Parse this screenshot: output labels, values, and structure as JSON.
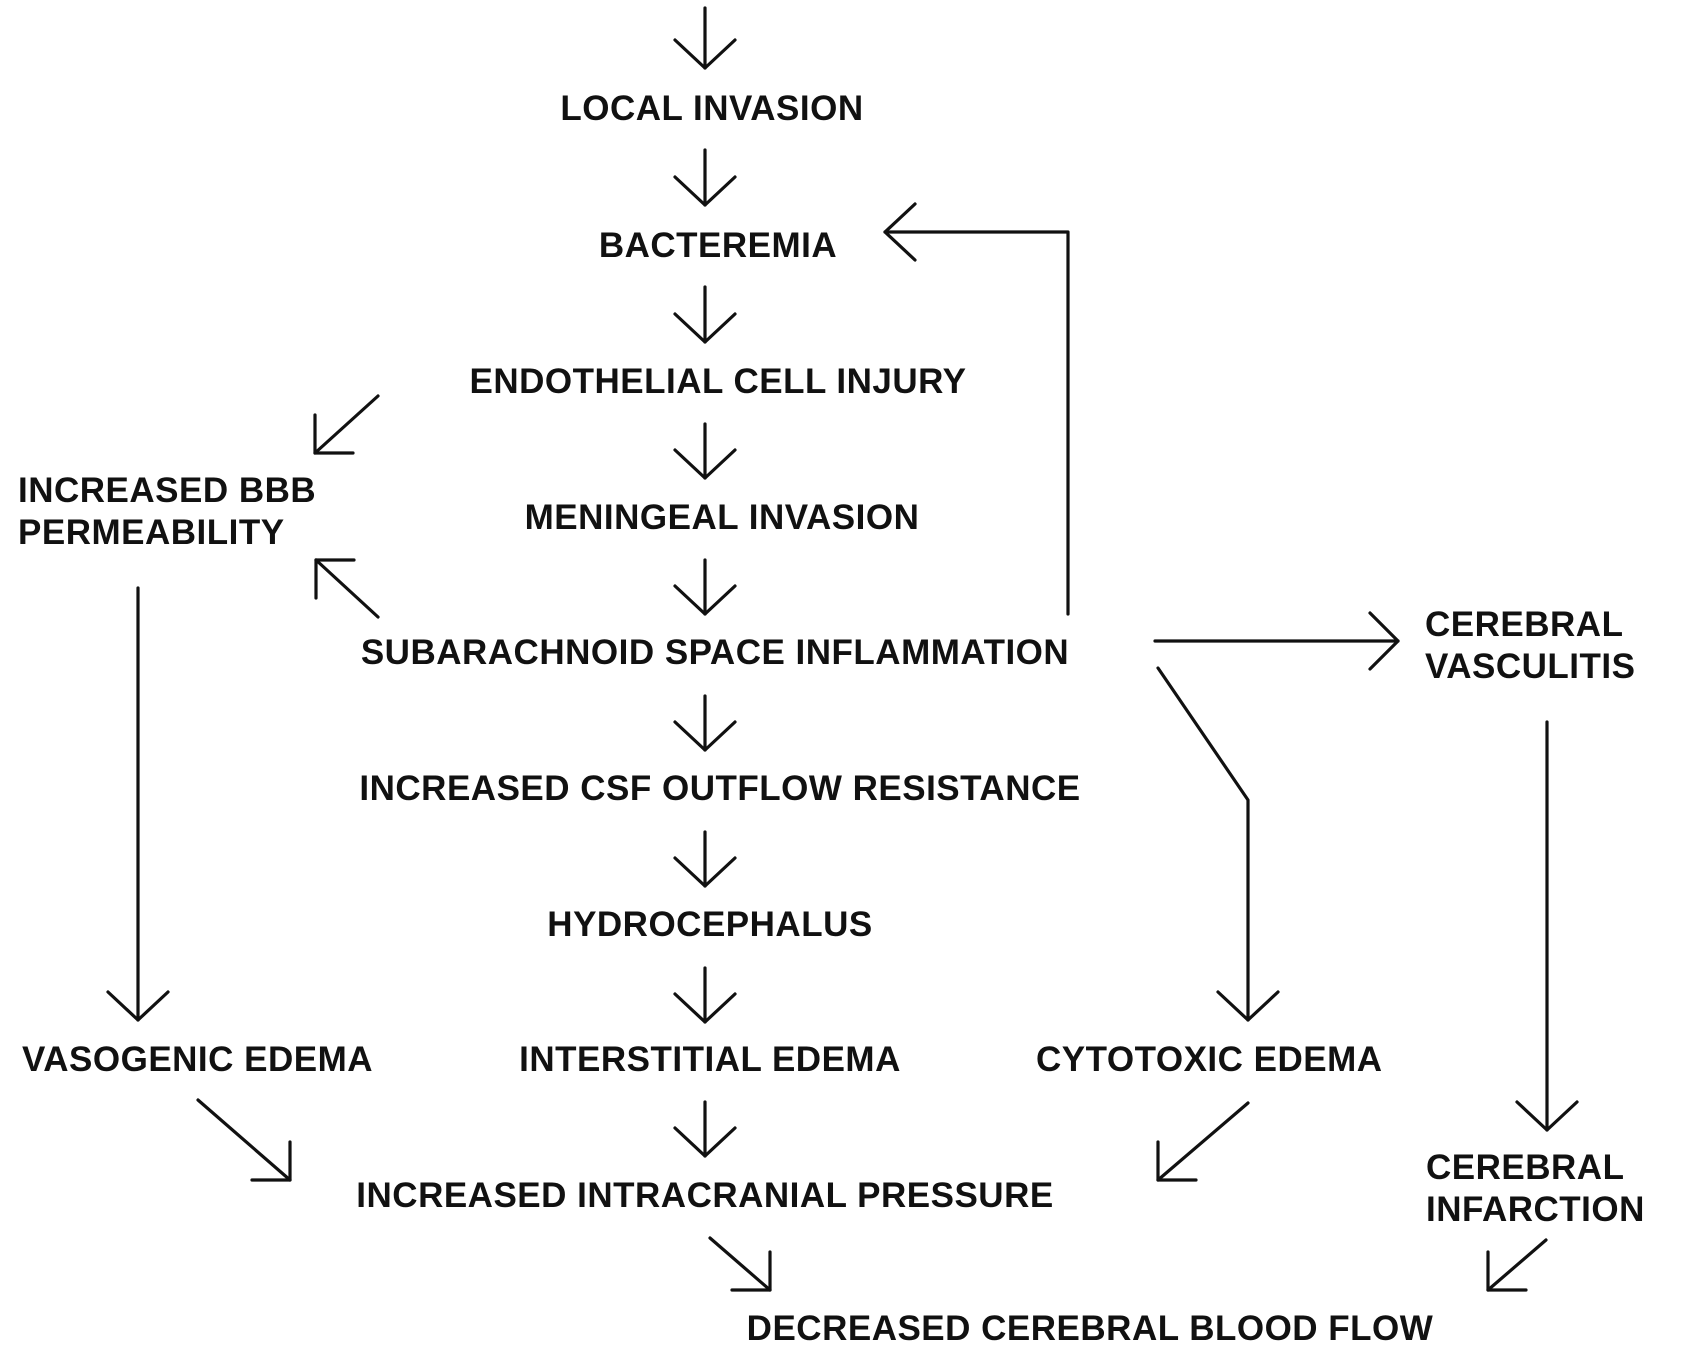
{
  "diagram": {
    "type": "flowchart",
    "nodes": {
      "local_invasion": "LOCAL INVASION",
      "bacteremia": "BACTEREMIA",
      "endothelial_cell_injury": "ENDOTHELIAL CELL INJURY",
      "increased_bbb_line1": "INCREASED BBB",
      "increased_bbb_line2": "PERMEABILITY",
      "meningeal_invasion": "MENINGEAL INVASION",
      "subarachnoid_inflammation": "SUBARACHNOID SPACE INFLAMMATION",
      "cerebral_vasculitis_line1": "CEREBRAL",
      "cerebral_vasculitis_line2": "VASCULITIS",
      "increased_csf_outflow_resistance": "INCREASED CSF OUTFLOW RESISTANCE",
      "hydrocephalus": "HYDROCEPHALUS",
      "vasogenic_edema": "VASOGENIC EDEMA",
      "interstitial_edema": "INTERSTITIAL EDEMA",
      "cytotoxic_edema": "CYTOTOXIC EDEMA",
      "increased_icp": "INCREASED INTRACRANIAL PRESSURE",
      "cerebral_infarction_line1": "CEREBRAL",
      "cerebral_infarction_line2": "INFARCTION",
      "decreased_cbf": "DECREASED CEREBRAL BLOOD FLOW"
    },
    "edges": [
      {
        "from": "top",
        "to": "local_invasion"
      },
      {
        "from": "local_invasion",
        "to": "bacteremia"
      },
      {
        "from": "bacteremia",
        "to": "endothelial_cell_injury"
      },
      {
        "from": "endothelial_cell_injury",
        "to": "increased_bbb"
      },
      {
        "from": "endothelial_cell_injury",
        "to": "meningeal_invasion"
      },
      {
        "from": "meningeal_invasion",
        "to": "subarachnoid_inflammation"
      },
      {
        "from": "subarachnoid_inflammation",
        "to": "increased_bbb"
      },
      {
        "from": "subarachnoid_inflammation",
        "to": "bacteremia"
      },
      {
        "from": "subarachnoid_inflammation",
        "to": "cerebral_vasculitis"
      },
      {
        "from": "subarachnoid_inflammation",
        "to": "cytotoxic_edema"
      },
      {
        "from": "subarachnoid_inflammation",
        "to": "increased_csf_outflow_resistance"
      },
      {
        "from": "increased_csf_outflow_resistance",
        "to": "hydrocephalus"
      },
      {
        "from": "hydrocephalus",
        "to": "interstitial_edema"
      },
      {
        "from": "increased_bbb",
        "to": "vasogenic_edema"
      },
      {
        "from": "vasogenic_edema",
        "to": "increased_icp"
      },
      {
        "from": "interstitial_edema",
        "to": "increased_icp"
      },
      {
        "from": "cytotoxic_edema",
        "to": "increased_icp"
      },
      {
        "from": "cerebral_vasculitis",
        "to": "cerebral_infarction"
      },
      {
        "from": "increased_icp",
        "to": "decreased_cbf"
      },
      {
        "from": "cerebral_infarction",
        "to": "decreased_cbf"
      }
    ]
  }
}
